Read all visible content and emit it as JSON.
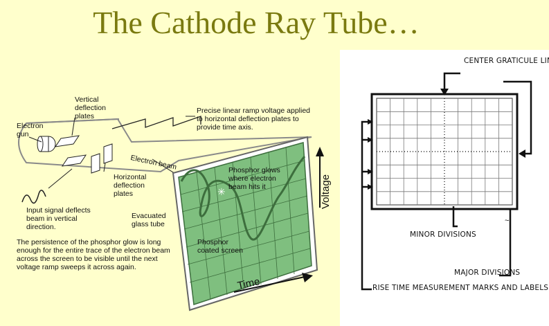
{
  "title": "The Cathode Ray Tube…",
  "crt": {
    "vertical_plates": "Vertical deflection plates",
    "ramp": "Precise linear ramp voltage applied to horizontal deflection plates to provide time axis.",
    "electron_gun": "Electron gun",
    "electron_beam": "Electron beam",
    "horizontal_plates": "Horizontal deflection plates",
    "phosphor_glows": "Phosphor glows where electron beam hits it",
    "voltage_axis": "Voltage",
    "time_axis": "Time",
    "input_signal": "Input signal deflects beam in vertical direction.",
    "evacuated": "Evacuated glass tube",
    "phosphor_screen": "Phosphor coated screen",
    "persistence": "The persistence of the phosphor glow is long enough for the entire trace of the electron beam across the screen to be visible until the next voltage ramp sweeps it across again."
  },
  "graticule": {
    "center_lines": "CENTER GRATICULE LINES",
    "minor_divisions": "MINOR DIVISIONS",
    "major_divisions": "MAJOR DIVISIONS",
    "rise_time": "RISE TIME MEASUREMENT MARKS AND LABELS"
  },
  "colors": {
    "title": "#7a7a10",
    "background": "#ffffcc",
    "screen": "#7fbf7f",
    "trace": "#3d6e3d"
  }
}
